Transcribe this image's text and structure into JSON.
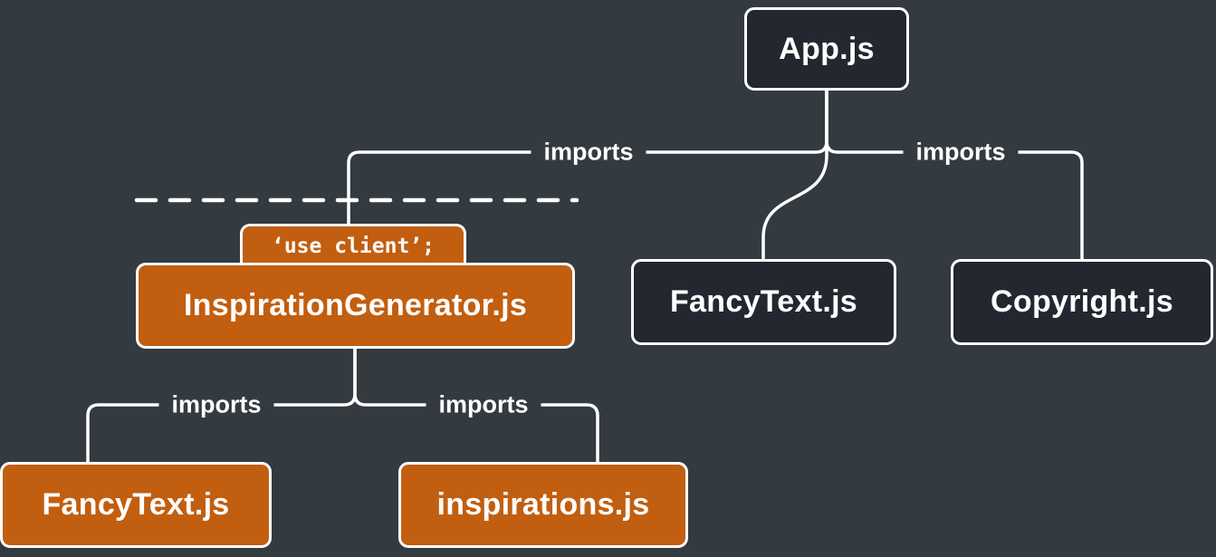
{
  "diagram": {
    "title": "module dependency tree with 'use client' boundary",
    "colors": {
      "canvas_bg": "#333A40",
      "server_node_bg": "#23272F",
      "client_node_bg": "#C25E0F",
      "line_color": "#FFFFFF",
      "text_color": "#FFFFFF"
    },
    "nodes": [
      {
        "id": "app",
        "label": "App.js",
        "type": "server"
      },
      {
        "id": "fancytext-server",
        "label": "FancyText.js",
        "type": "server"
      },
      {
        "id": "copyright",
        "label": "Copyright.js",
        "type": "server"
      },
      {
        "id": "inspiration-generator",
        "label": "InspirationGenerator.js",
        "type": "client",
        "directive": "‘use client’;"
      },
      {
        "id": "fancytext-client",
        "label": "FancyText.js",
        "type": "client"
      },
      {
        "id": "inspirations",
        "label": "inspirations.js",
        "type": "client"
      }
    ],
    "edges": [
      {
        "from": "app",
        "to": "inspiration-generator",
        "label": "imports"
      },
      {
        "from": "app",
        "to": "copyright",
        "label": "imports"
      },
      {
        "from": "app",
        "to": "fancytext-server",
        "label": ""
      },
      {
        "from": "inspiration-generator",
        "to": "fancytext-client",
        "label": "imports"
      },
      {
        "from": "inspiration-generator",
        "to": "inspirations",
        "label": "imports"
      }
    ],
    "boundary": {
      "style": "dashed",
      "meaning": "server/client boundary"
    }
  }
}
